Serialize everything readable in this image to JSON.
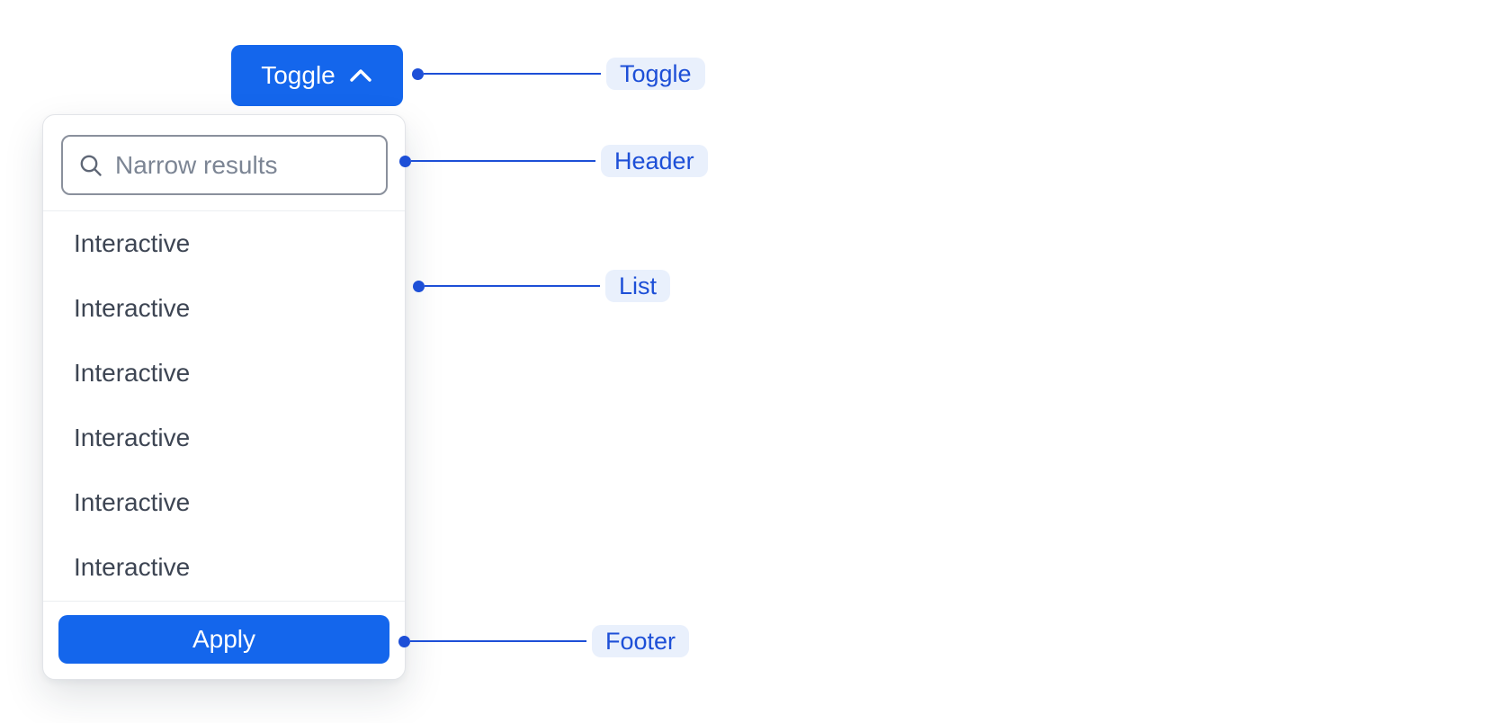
{
  "colors": {
    "primary_blue": "#1466ec",
    "annotation_blue": "#1d4fd7",
    "annotation_pill_bg": "#e9f0fc",
    "panel_border": "#e2e4e8",
    "divider": "#eceef1",
    "input_border": "#8a909c",
    "placeholder_text": "#7c8594",
    "item_text": "#3d4553"
  },
  "toggle_button": {
    "label": "Toggle",
    "icon": "chevron-up-icon"
  },
  "dropdown": {
    "header": {
      "search": {
        "placeholder": "Narrow results",
        "value": "",
        "icon": "magnifier-icon"
      }
    },
    "list": {
      "items": [
        {
          "label": "Interactive"
        },
        {
          "label": "Interactive"
        },
        {
          "label": "Interactive"
        },
        {
          "label": "Interactive"
        },
        {
          "label": "Interactive"
        },
        {
          "label": "Interactive"
        }
      ]
    },
    "footer": {
      "apply_button": {
        "label": "Apply"
      }
    }
  },
  "annotations": [
    {
      "id": "toggle",
      "label": "Toggle"
    },
    {
      "id": "header",
      "label": "Header"
    },
    {
      "id": "list",
      "label": "List"
    },
    {
      "id": "footer",
      "label": "Footer"
    }
  ]
}
